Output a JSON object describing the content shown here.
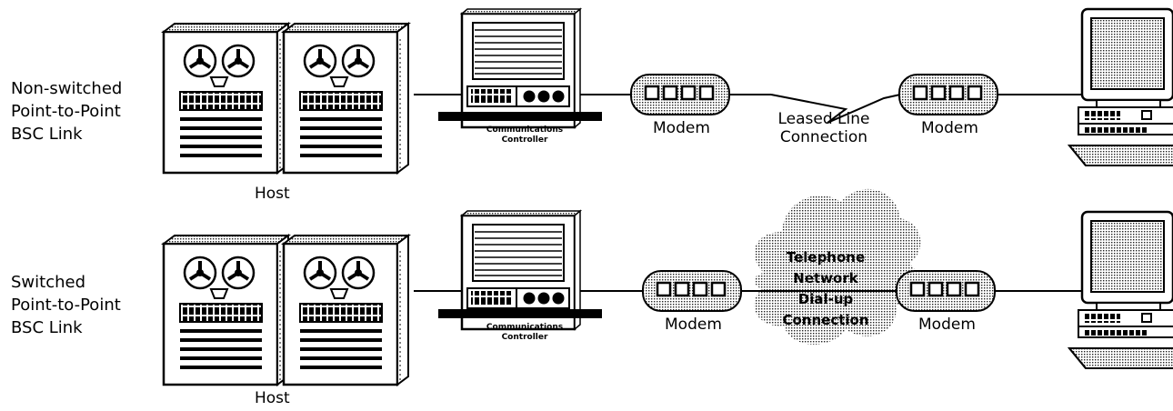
{
  "rows": [
    {
      "side_label": [
        "Non-switched",
        "Point-to-Point",
        "BSC Link"
      ],
      "host_label": "Host",
      "controller_label": [
        "Communications",
        "Controller"
      ],
      "modem_left_label": "Modem",
      "modem_right_label": "Modem",
      "connection_label": [
        "Leased Line",
        "Connection"
      ]
    },
    {
      "side_label": [
        "Switched",
        "Point-to-Point",
        "BSC Link"
      ],
      "host_label": "Host",
      "controller_label": [
        "Communications",
        "Controller"
      ],
      "modem_left_label": "Modem",
      "modem_right_label": "Modem",
      "cloud_label": [
        "Telephone",
        "Network",
        "Dial-up",
        "Connection"
      ]
    }
  ]
}
